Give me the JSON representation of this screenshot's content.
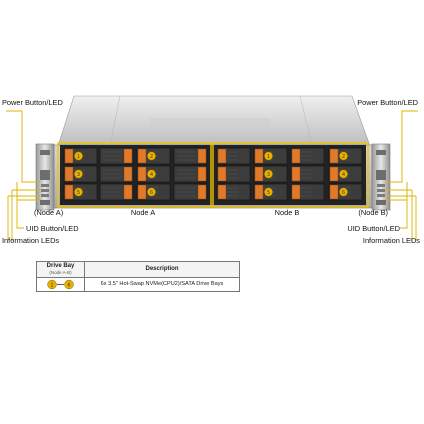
{
  "labels": {
    "power_left": "Power Button/LED",
    "node_a_left": "(Node A)",
    "uid_left": "UID Button/LED",
    "info_left": "Information LEDs",
    "power_right": "Power Button/LED",
    "node_b_right": "(Node B)",
    "uid_right": "UID Button/LED",
    "info_right": "Information LEDs",
    "node_a": "Node A",
    "node_b": "Node B"
  },
  "drive_numbers": {
    "node_a": [
      "1",
      "2",
      "3",
      "4",
      "5",
      "6"
    ],
    "node_b": [
      "1",
      "2",
      "3",
      "4",
      "5",
      "6"
    ]
  },
  "legend": {
    "col1_header": "Drive Bay",
    "col1_subheader": "(Node A-B)",
    "col2_header": "Description",
    "bay_from": "1",
    "bay_to": "6",
    "description": "6x 3.5\" Hot-Swap NVMe(CPU2)/SATA Drive Bays"
  },
  "colors": {
    "chassis": "#c8c8c8",
    "bay_frame": "#2a2a2a",
    "drive_tray": "#3c3c3c",
    "drive_number_badge": "#e9b100",
    "release_latch": "#e07a2a",
    "node_outline": "#f0c400",
    "callout_line": "#d9b300"
  }
}
